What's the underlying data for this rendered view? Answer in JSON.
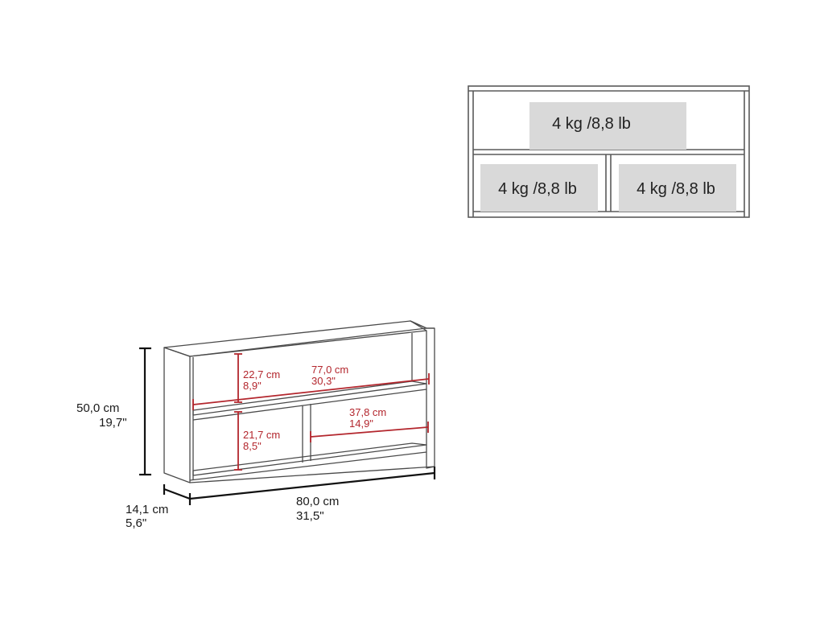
{
  "load_diagram": {
    "top_compartment": "4 kg /8,8 lb",
    "bottom_left_compartment": "4 kg /8,8 lb",
    "bottom_right_compartment": "4 kg /8,8 lb"
  },
  "dimensions": {
    "height_cm": "50,0 cm",
    "height_in": "19,7\"",
    "width_cm": "80,0 cm",
    "width_in": "31,5\"",
    "depth_cm": "14,1 cm",
    "depth_in": "5,6\"",
    "upper_height_cm": "22,7 cm",
    "upper_height_in": "8,9\"",
    "lower_height_cm": "21,7 cm",
    "lower_height_in": "8,5\"",
    "inner_width_cm": "77,0 cm",
    "inner_width_in": "30,3\"",
    "compartment_width_cm": "37,8 cm",
    "compartment_width_in": "14,9\""
  },
  "colors": {
    "line": "#3a3a3a",
    "dimension_red": "#b3262d",
    "load_fill": "#d9d9d9"
  }
}
